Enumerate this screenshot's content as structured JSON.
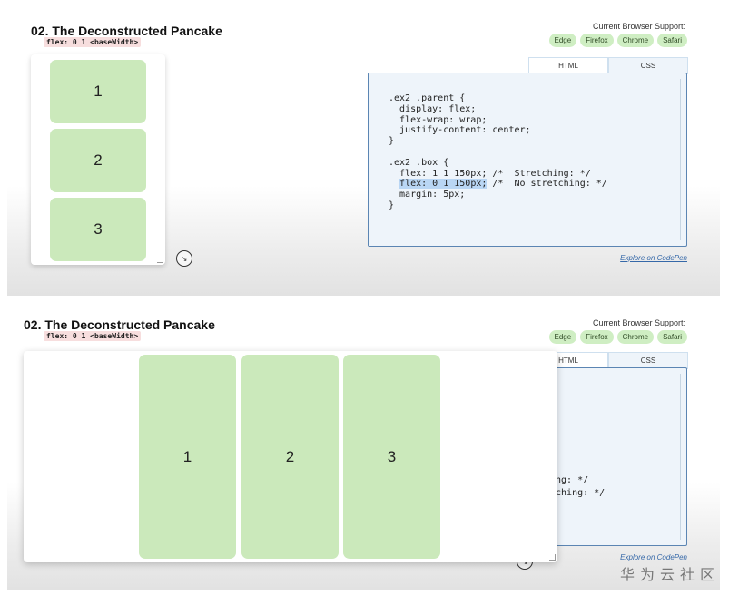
{
  "slide1": {
    "title": "02. The Deconstructed Pancake",
    "code_pill": "flex: 0 1 <baseWidth>",
    "support_label": "Current Browser Support:",
    "browsers": [
      "Edge",
      "Firefox",
      "Chrome",
      "Safari"
    ],
    "tabs": [
      "HTML",
      "CSS"
    ],
    "boxes": [
      "1",
      "2",
      "3"
    ],
    "code": {
      "l1": ".ex2 .parent {",
      "l2": "  display: flex;",
      "l3": "  flex-wrap: wrap;",
      "l4": "  justify-content: center;",
      "l5": "}",
      "l7": ".ex2 .box {",
      "l8": "  flex: 1 1 150px; /*  Stretching: */",
      "l9_hl": "flex: 0 1 150px;",
      "l9_rest": " /*  No stretching: */",
      "l10": "  margin: 5px;",
      "l11": "}"
    },
    "explore": "Explore on CodePen"
  },
  "slide2": {
    "title": "02. The Deconstructed Pancake",
    "code_pill": "flex: 0 1 <baseWidth>",
    "support_label": "Current Browser Support:",
    "browsers": [
      "Edge",
      "Firefox",
      "Chrome",
      "Safari"
    ],
    "tabs": [
      "HTML",
      "CSS"
    ],
    "boxes": [
      "1",
      "2",
      "3"
    ],
    "code_peek_1": "ing: */",
    "code_peek_2": "tching: */",
    "explore": "Explore on CodePen"
  },
  "watermark": "华为云社区",
  "colors": {
    "box": "#cbe9bb",
    "badge": "#cfeec3",
    "pill": "#f7dede",
    "link": "#3568a8",
    "code_border": "#5b85b3"
  }
}
